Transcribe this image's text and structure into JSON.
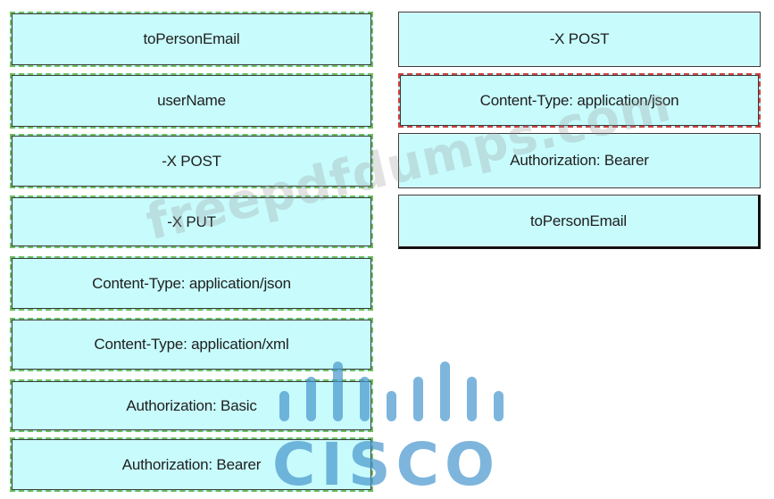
{
  "source_items": [
    {
      "label": "toPersonEmail"
    },
    {
      "label": "userName"
    },
    {
      "label": "-X POST"
    },
    {
      "label": "-X PUT"
    },
    {
      "label": "Content-Type: application/json"
    },
    {
      "label": "Content-Type: application/xml"
    },
    {
      "label": "Authorization: Basic"
    },
    {
      "label": "Authorization: Bearer"
    }
  ],
  "target_slots": [
    {
      "label": "-X POST"
    },
    {
      "label": "Content-Type: application/json"
    },
    {
      "label": "Authorization: Bearer"
    },
    {
      "label": "toPersonEmail"
    }
  ],
  "overlay": {
    "watermark_text": "freepdfdumps.com",
    "logo_text": "CISCO"
  },
  "colors": {
    "tile_fill": "#c8fbfc",
    "source_border": "#6fbe5f",
    "highlight_border": "#d24040",
    "logo": "#4696cd"
  },
  "icons": {
    "logo": "cisco-logo-icon"
  }
}
